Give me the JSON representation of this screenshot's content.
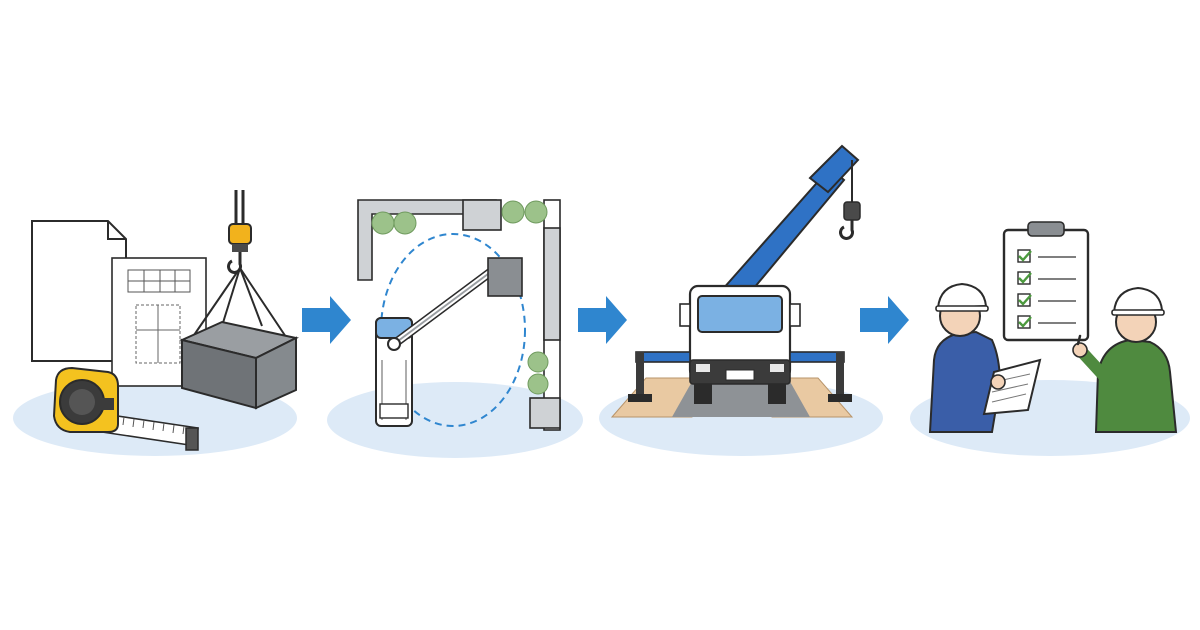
{
  "colors": {
    "background": "#ffffff",
    "ground_ellipse": "#ddeaf7",
    "arrow": "#2f86cf",
    "crane_blue": "#2f72c5",
    "hook_yellow": "#f2b21c",
    "tape_yellow": "#f4c21f",
    "tree_green": "#9cc28a",
    "wall_gray": "#cfd2d5",
    "load_gray": "#7d8185",
    "mat_wood": "#e9c9a2",
    "check_green": "#4c9a3e",
    "worker_blue": "#3a5ea8",
    "worker_green": "#4f8a3f",
    "outline": "#2b2b2b"
  },
  "steps": [
    {
      "id": "survey",
      "icons": [
        "document-icon",
        "blueprint-icon",
        "tape-measure-icon",
        "crane-hook-icon",
        "suspended-load-icon"
      ]
    },
    {
      "id": "site-plan",
      "icons": [
        "site-wall-icon",
        "tree-icon",
        "truck-top-view-icon",
        "swing-radius-icon"
      ]
    },
    {
      "id": "setup",
      "icons": [
        "crane-truck-icon",
        "outrigger-icon",
        "ground-mat-icon"
      ]
    },
    {
      "id": "inspection",
      "icons": [
        "checklist-clipboard-icon",
        "worker-icon",
        "hard-hat-icon"
      ]
    }
  ],
  "flow_arrows": 3,
  "checklist_items": 4
}
